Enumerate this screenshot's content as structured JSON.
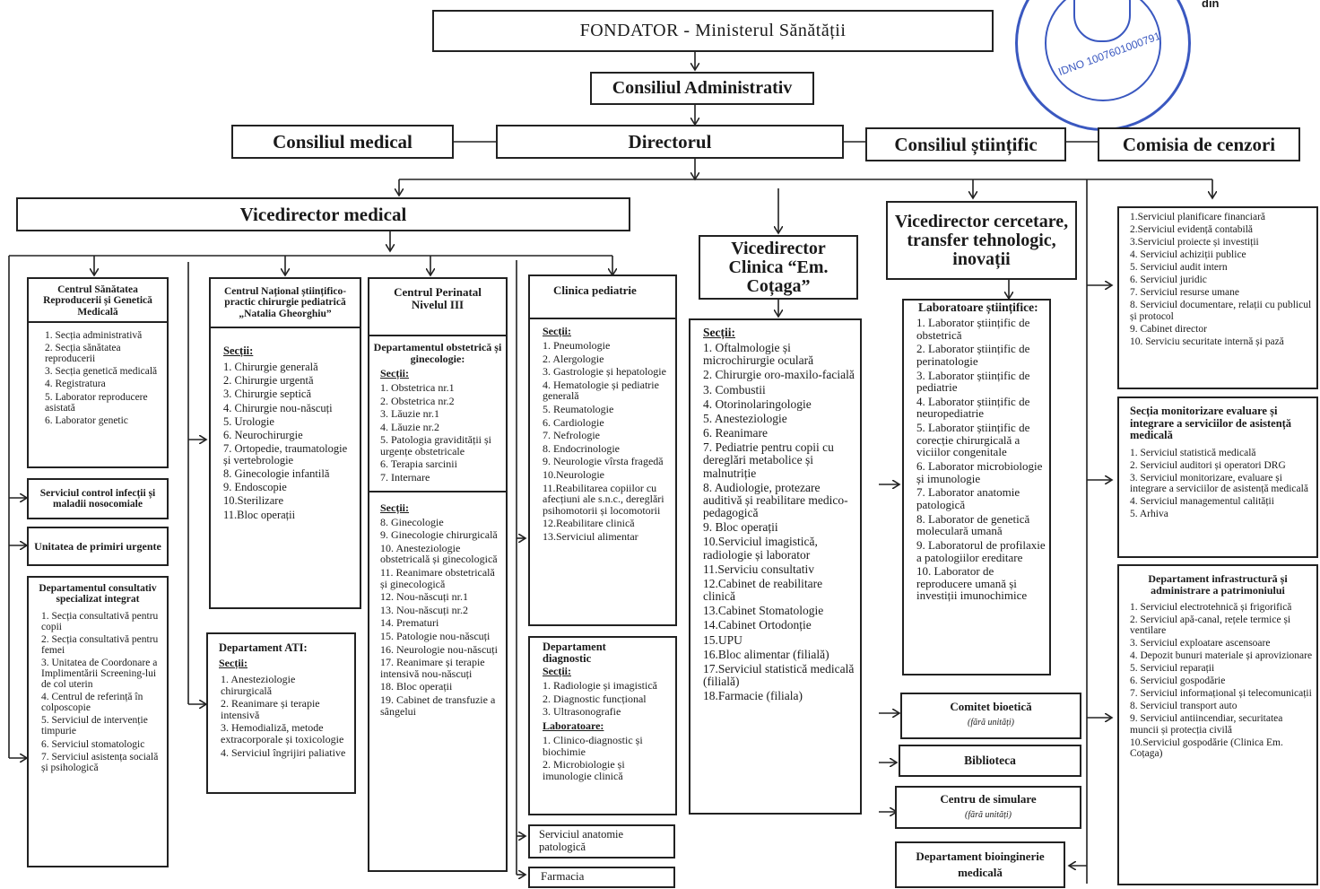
{
  "stamp": {
    "number": "IDNO 1007601000791"
  },
  "corner": {
    "text": "din"
  },
  "fondator": "FONDATOR - Ministerul Sănătății",
  "consiliul_administrativ": "Consiliul Administrativ",
  "consiliul_medical": "Consiliul medical",
  "directorul": "Directorul",
  "consiliul_stiintific": "Consiliul științific",
  "comisia_cenzori": "Comisia de cenzori",
  "vicedirector_medical": "Vicedirector medical",
  "vicedirector_clinica": "Vicedirector Clinica “Em. Coțaga”",
  "vicedirector_cercetare": "Vicedirector cercetare, transfer tehnologic, inovații",
  "centru_sanatatea": {
    "title": "Centrul Sănătatea Reproducerii și Genetică Medicală",
    "items": [
      "1. Secția administrativă",
      "2. Secția sănătatea reproducerii",
      "3. Secția genetică medicală",
      "4. Registratura",
      "5. Laborator reproducere asistată",
      "6. Laborator genetic"
    ]
  },
  "serviciul_control": "Serviciul control infecții și maladii nosocomiale",
  "unitatea_urgente": "Unitatea de primiri urgente",
  "departament_consultativ": {
    "title": "Departamentul consultativ specializat integrat",
    "items": [
      "1. Secția consultativă pentru copii",
      "2. Secția consultativă pentru femei",
      "3. Unitatea de Coordonare a Implimentării Screening-lui de col uterin",
      "4. Centrul de referință în colposcopie",
      "5. Serviciul de intervenție timpurie",
      "6. Serviciul stomatologic",
      "7. Serviciul asistența socială și psihologică"
    ]
  },
  "centru_national": {
    "title": "Centrul Național științifico-practic chirurgie pediatrică „Natalia Gheorghiu”",
    "sectii_label": "Secții:",
    "items": [
      "1. Chirurgie generală",
      "2. Chirurgie urgentă",
      "3. Chirurgie septică",
      "4. Chirurgie nou-născuți",
      "5. Urologie",
      "6. Neurochirurgie",
      "7. Ortopedie, traumatologie și vertebrologie",
      "8. Ginecologie infantilă",
      "9. Endoscopie",
      "10.Sterilizare",
      "11.Bloc operații"
    ]
  },
  "departament_ati": {
    "title": "Departament ATI:",
    "sectii_label": "Secții:",
    "items": [
      "1. Anesteziologie chirurgicală",
      "2. Reanimare și terapie intensivă",
      "3. Hemodializă, metode extracorporale și toxicologie",
      "4. Serviciul îngrijiri paliative"
    ]
  },
  "centru_perinatal": {
    "title": "Centrul Perinatal Nivelul III",
    "dept_title": "Departamentul obstetrică și ginecologie:",
    "sectii_label": "Secții:",
    "items": [
      "1. Obstetrica nr.1",
      "2. Obstetrica nr.2",
      "3. Lăuzie nr.1",
      "4. Lăuzie nr.2",
      "5. Patologia gravidității și urgențe obstetricale",
      "6. Terapia sarcinii",
      "7. Internare"
    ],
    "sectii2_label": "Secții:",
    "items2": [
      "8. Ginecologie",
      "9. Ginecologie chirurgicală",
      "10. Anesteziologie obstetricală și ginecologică",
      "11. Reanimare obstetricală și ginecologică",
      "12. Nou-născuți nr.1",
      "13. Nou-născuți nr.2",
      "14. Prematuri",
      "15. Patologie nou-născuți",
      "16. Neurologie nou-născuți",
      "17. Reanimare și terapie intensivă nou-născuți",
      "18. Bloc operații",
      "19. Cabinet de transfuzie a sângelui"
    ]
  },
  "clinica_pediatrie": {
    "title": "Clinica pediatrie",
    "sectii_label": "Secții:",
    "items": [
      "1. Pneumologie",
      "2. Alergologie",
      "3. Gastrologie și hepatologie",
      "4. Hematologie și pediatrie generală",
      "5. Reumatologie",
      "6. Cardiologie",
      "7. Nefrologie",
      "8. Endocrinologie",
      "9. Neurologie vîrsta fragedă",
      "10.Neurologie",
      "11.Reabilitarea copiilor cu afecțiuni ale s.n.c., dereglări psihomotorii și locomotorii",
      "12.Reabilitare clinică",
      "13.Serviciul alimentar"
    ]
  },
  "departament_diagnostic": {
    "title": "Departament diagnostic",
    "sectii_label": "Secții:",
    "items": [
      "1. Radiologie și imagistică",
      "2. Diagnostic funcțional",
      "3. Ultrasonografie"
    ],
    "lab_label": "Laboratoare:",
    "labs": [
      "1. Clinico-diagnostic și biochimie",
      "2. Microbiologie și imunologie clinică"
    ]
  },
  "serviciul_anatomie": "Serviciul anatomie patologică",
  "farmacia": "Farmacia",
  "clinica_cotaga": {
    "sectii_label": "Secții:",
    "items": [
      "1. Oftalmologie și microchirurgie oculară",
      "2. Chirurgie oro-maxilo-facială",
      "3. Combustii",
      "4. Otorinolaringologie",
      "5. Anesteziologie",
      "6. Reanimare",
      "7. Pediatrie pentru copii cu dereglări metabolice și malnutriție",
      "8. Audiologie, protezare auditivă și reabilitare medico-pedagogică",
      "9. Bloc operații",
      "10.Serviciul imagistică, radiologie și laborator",
      "11.Serviciu consultativ",
      "12.Cabinet de reabilitare clinică",
      "13.Cabinet Stomatologie",
      "14.Cabinet Ortodonție",
      "15.UPU",
      "16.Bloc alimentar (filială)",
      "17.Serviciul statistică medicală (filială)",
      "18.Farmacie (filiala)"
    ]
  },
  "laboratoare_stiintifice": {
    "title": "Laboratoare științifice:",
    "items": [
      "1. Laborator științific de obstetrică",
      "2. Laborator științific de perinatologie",
      "3. Laborator științific de pediatrie",
      "4. Laborator științific de neuropediatrie",
      "5. Laborator științific de corecție chirurgicală a viciilor congenitale",
      "6. Laborator microbiologie și imunologie",
      "7. Laborator anatomie patologică",
      "8. Laborator de genetică moleculară umană",
      "9. Laboratorul de profilaxie a patologiilor ereditare",
      "10. Laborator de reproducere umană și investiții imunochimice"
    ]
  },
  "comitet_bioetica": {
    "title": "Comitet bioetică",
    "note": "(fără unități)"
  },
  "biblioteca": "Biblioteca",
  "centru_simulare": {
    "title": "Centru de simulare",
    "note": "(fără unități)"
  },
  "departament_bioinginerie": "Departament bioinginerie medicală",
  "servicii_admin": {
    "items": [
      "1.Serviciul planificare financiară",
      "2.Serviciul evidență contabilă",
      "3.Serviciul proiecte și investiții",
      "4. Serviciul achiziții publice",
      "5. Serviciul audit intern",
      "6. Serviciul juridic",
      "7. Serviciul resurse umane",
      "8. Serviciul documentare, relații cu publicul și protocol",
      "9. Cabinet director",
      "10. Serviciu securitate internă și pază"
    ]
  },
  "sectia_monitorizare": {
    "title": "Secția monitorizare evaluare și integrare a serviciilor de asistență medicală",
    "items": [
      "1. Serviciul statistică medicală",
      "2. Serviciul auditori și operatori DRG",
      "3. Serviciul monitorizare, evaluare și integrare a serviciilor de asistență medicală",
      "4. Serviciul managementul calității",
      "5. Arhiva"
    ]
  },
  "departament_infrastructura": {
    "title": "Departament infrastructură și administrare a patrimoniului",
    "items": [
      "1. Serviciul electrotehnică și frigorifică",
      "2. Serviciul apă-canal, rețele termice și ventilare",
      "3. Serviciul exploatare ascensoare",
      "4. Depozit bunuri materiale și aprovizionare",
      "5. Serviciul reparații",
      "6. Serviciul gospodărie",
      "7. Serviciul informațional și telecomunicații",
      "8. Serviciul transport auto",
      "9. Serviciul antiincendiar, securitatea muncii și protecția civilă",
      "10.Serviciul gospodărie (Clinica Em. Coțaga)"
    ]
  }
}
